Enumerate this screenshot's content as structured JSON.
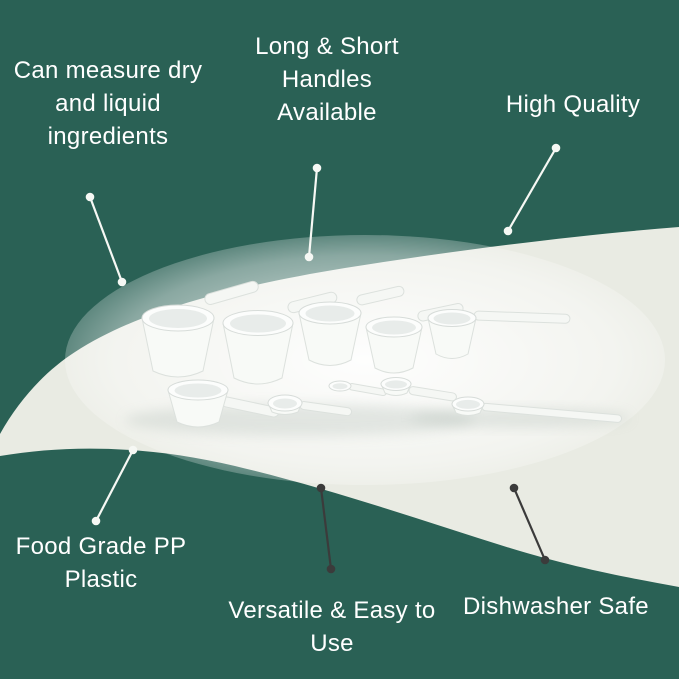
{
  "colors": {
    "teal": "#2a6155",
    "light": "#e9ebe3",
    "text": "#ffffff",
    "line-light": "#f6f8f4",
    "line-dark": "#3b3b3b"
  },
  "callouts": {
    "top_left": {
      "label": "Can measure dry\nand liquid\ningredients"
    },
    "top_center": {
      "label": "Long & Short\nHandles\nAvailable"
    },
    "top_right": {
      "label": "High Quality"
    },
    "bottom_left": {
      "label": "Food Grade PP\nPlastic"
    },
    "bottom_center": {
      "label": "Versatile & Easy to\nUse"
    },
    "bottom_right": {
      "label": "Dishwasher Safe"
    }
  },
  "product": {
    "image_name": "white-plastic-measuring-cups-and-spoons-set"
  }
}
